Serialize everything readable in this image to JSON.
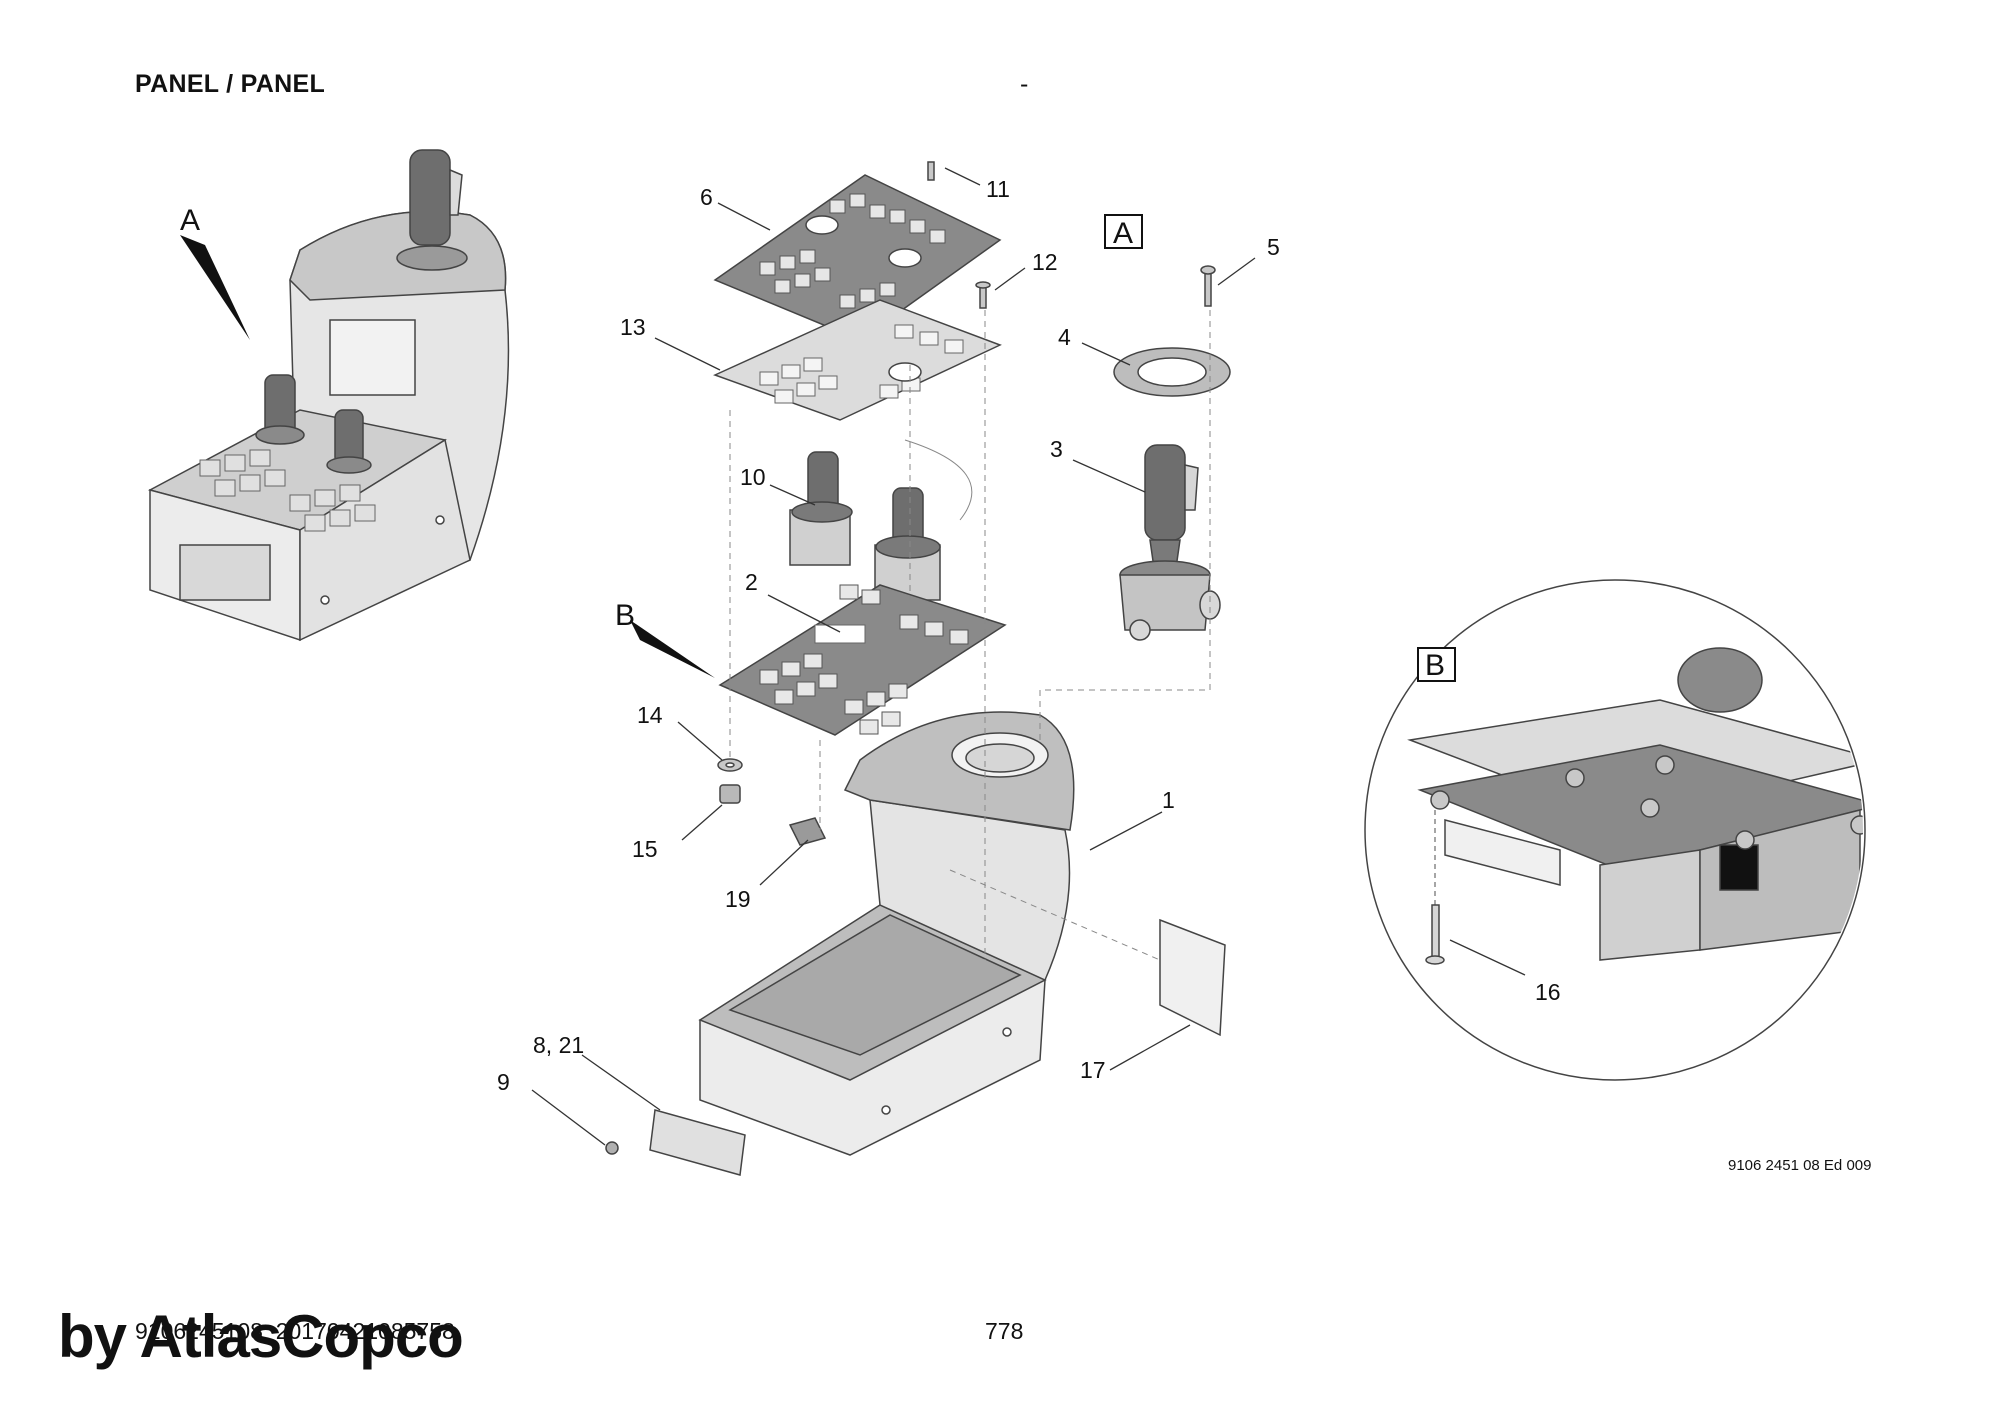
{
  "header": {
    "title": "PANEL / PANEL",
    "dash": "-"
  },
  "view_labels": {
    "view_a": "A",
    "view_b": "B",
    "pointer_a": "A",
    "pointer_b": "B"
  },
  "part_callouts": {
    "c1": "1",
    "c2": "2",
    "c3": "3",
    "c4": "4",
    "c5": "5",
    "c6": "6",
    "c8_21": "8, 21",
    "c9": "9",
    "c10": "10",
    "c11": "11",
    "c12": "12",
    "c13": "13",
    "c14": "14",
    "c15": "15",
    "c16": "16",
    "c17": "17",
    "c19": "19"
  },
  "drawing_ref": "9106 2451 08 Ed 009",
  "footer": {
    "doc_id": "9106245108_20170421085758",
    "page_number": "778"
  },
  "watermark": "by AtlasCopco",
  "colors": {
    "housing": "#e9e9e9",
    "top": "#c8c8c8",
    "plate": "#8a8a8a",
    "grip": "#6e6e6e",
    "line": "#333333"
  }
}
